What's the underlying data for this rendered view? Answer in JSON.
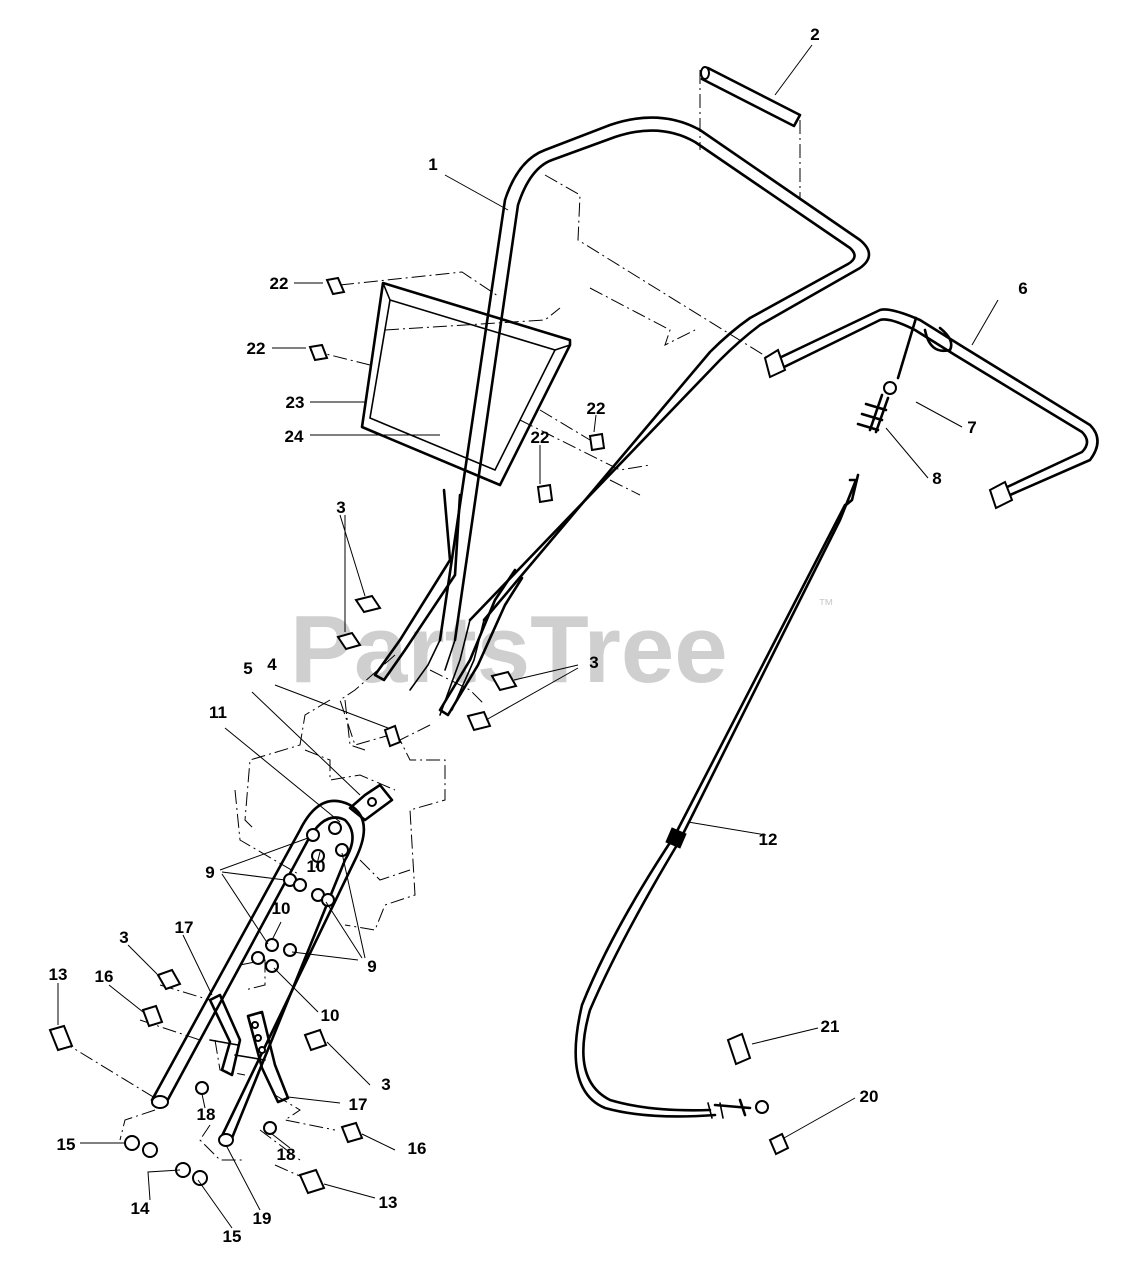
{
  "watermark": {
    "text": "PartsTree",
    "trademark": "™"
  },
  "callouts": [
    {
      "id": "c1",
      "label": "1"
    },
    {
      "id": "c2",
      "label": "2"
    },
    {
      "id": "c3a",
      "label": "3"
    },
    {
      "id": "c3b",
      "label": "3"
    },
    {
      "id": "c3c",
      "label": "3"
    },
    {
      "id": "c3d",
      "label": "3"
    },
    {
      "id": "c4",
      "label": "4"
    },
    {
      "id": "c5",
      "label": "5"
    },
    {
      "id": "c6",
      "label": "6"
    },
    {
      "id": "c7",
      "label": "7"
    },
    {
      "id": "c8",
      "label": "8"
    },
    {
      "id": "c9a",
      "label": "9"
    },
    {
      "id": "c9b",
      "label": "9"
    },
    {
      "id": "c10a",
      "label": "10"
    },
    {
      "id": "c10b",
      "label": "10"
    },
    {
      "id": "c10c",
      "label": "10"
    },
    {
      "id": "c11",
      "label": "11"
    },
    {
      "id": "c12",
      "label": "12"
    },
    {
      "id": "c13a",
      "label": "13"
    },
    {
      "id": "c13b",
      "label": "13"
    },
    {
      "id": "c14",
      "label": "14"
    },
    {
      "id": "c15a",
      "label": "15"
    },
    {
      "id": "c15b",
      "label": "15"
    },
    {
      "id": "c16a",
      "label": "16"
    },
    {
      "id": "c16b",
      "label": "16"
    },
    {
      "id": "c17a",
      "label": "17"
    },
    {
      "id": "c17b",
      "label": "17"
    },
    {
      "id": "c18a",
      "label": "18"
    },
    {
      "id": "c18b",
      "label": "18"
    },
    {
      "id": "c19",
      "label": "19"
    },
    {
      "id": "c20",
      "label": "20"
    },
    {
      "id": "c21",
      "label": "21"
    },
    {
      "id": "c22a",
      "label": "22"
    },
    {
      "id": "c22b",
      "label": "22"
    },
    {
      "id": "c22c",
      "label": "22"
    },
    {
      "id": "c22d",
      "label": "22"
    },
    {
      "id": "c23",
      "label": "23"
    },
    {
      "id": "c24",
      "label": "24"
    }
  ]
}
